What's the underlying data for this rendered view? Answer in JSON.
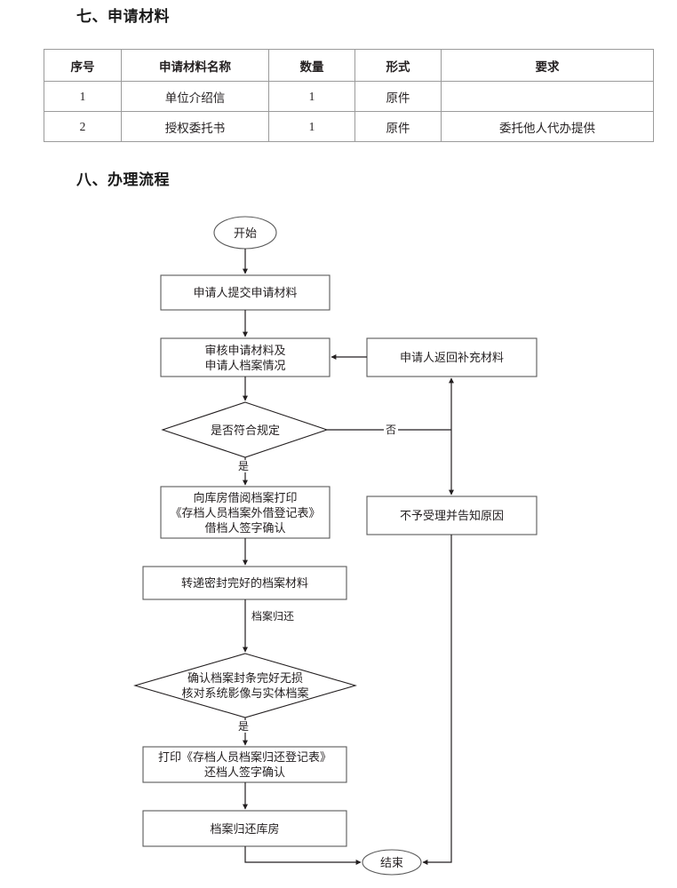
{
  "sections": {
    "materials_heading": "七、申请材料",
    "process_heading": "八、办理流程"
  },
  "materials_table": {
    "columns": [
      "序号",
      "申请材料名称",
      "数量",
      "形式",
      "要求"
    ],
    "rows": [
      [
        "1",
        "单位介绍信",
        "1",
        "原件",
        ""
      ],
      [
        "2",
        "授权委托书",
        "1",
        "原件",
        "委托他人代办提供"
      ]
    ]
  },
  "flowchart": {
    "nodes": {
      "start": "开始",
      "submit": "申请人提交申请材料",
      "review": "审核申请材料及\n申请人档案情况",
      "return_supplement": "申请人返回补充材料",
      "decision_compliant": "是否符合规定",
      "reject": "不予受理并告知原因",
      "borrow_print": "向库房借阅档案打印\n《存档人员档案外借登记表》\n借档人签字确认",
      "transfer": "转递密封完好的档案材料",
      "decision_verify": "确认档案封条完好无损\n核对系统影像与实体档案",
      "print_return": "打印《存档人员档案归还登记表》\n还档人签字确认",
      "archive_back": "档案归还库房",
      "end": "结束"
    },
    "edge_labels": {
      "compliant_yes": "是",
      "compliant_no": "否",
      "archive_return": "档案归还",
      "verify_yes": "是"
    }
  }
}
